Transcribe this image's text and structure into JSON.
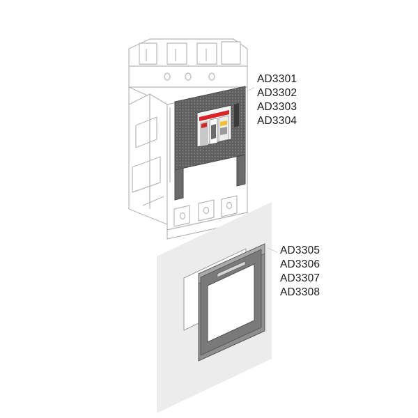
{
  "diagram": {
    "top_group": {
      "codes": [
        "AD3301",
        "AD3302",
        "AD3303",
        "AD3304"
      ]
    },
    "bottom_group": {
      "codes": [
        "AD3305",
        "AD3306",
        "AD3307",
        "AD3308"
      ]
    }
  },
  "colors": {
    "outline": "#b5b5b5",
    "plate": "#ececec",
    "frame_dark": "#6f6f6f",
    "frame_mid": "#8e8e8e",
    "accent_red": "#d8252a",
    "accent_yellow": "#f0c030"
  }
}
